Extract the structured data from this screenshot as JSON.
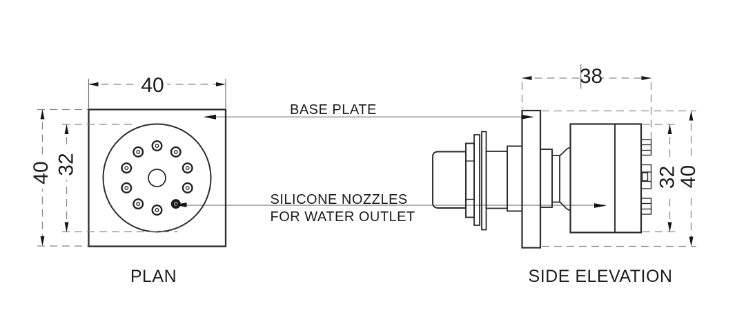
{
  "drawing": {
    "plan": {
      "title": "PLAN",
      "dim_width": "40",
      "dim_height": "40",
      "dim_nozzle_circle": "32"
    },
    "side": {
      "title": "SIDE ELEVATION",
      "dim_depth": "38",
      "dim_head_height": "32",
      "dim_plate_height": "40"
    },
    "callouts": {
      "base_plate": "BASE PLATE",
      "nozzles_line1": "SILICONE NOZZLES",
      "nozzles_line2": "FOR WATER OUTLET"
    },
    "colors": {
      "geometry": "#2b2b2b",
      "dimension_lines": "#8a8a8a",
      "arrows": "#141414",
      "leader_lines": "#9a9a9a",
      "text": "#1c1c1c",
      "background": "#ffffff"
    }
  }
}
